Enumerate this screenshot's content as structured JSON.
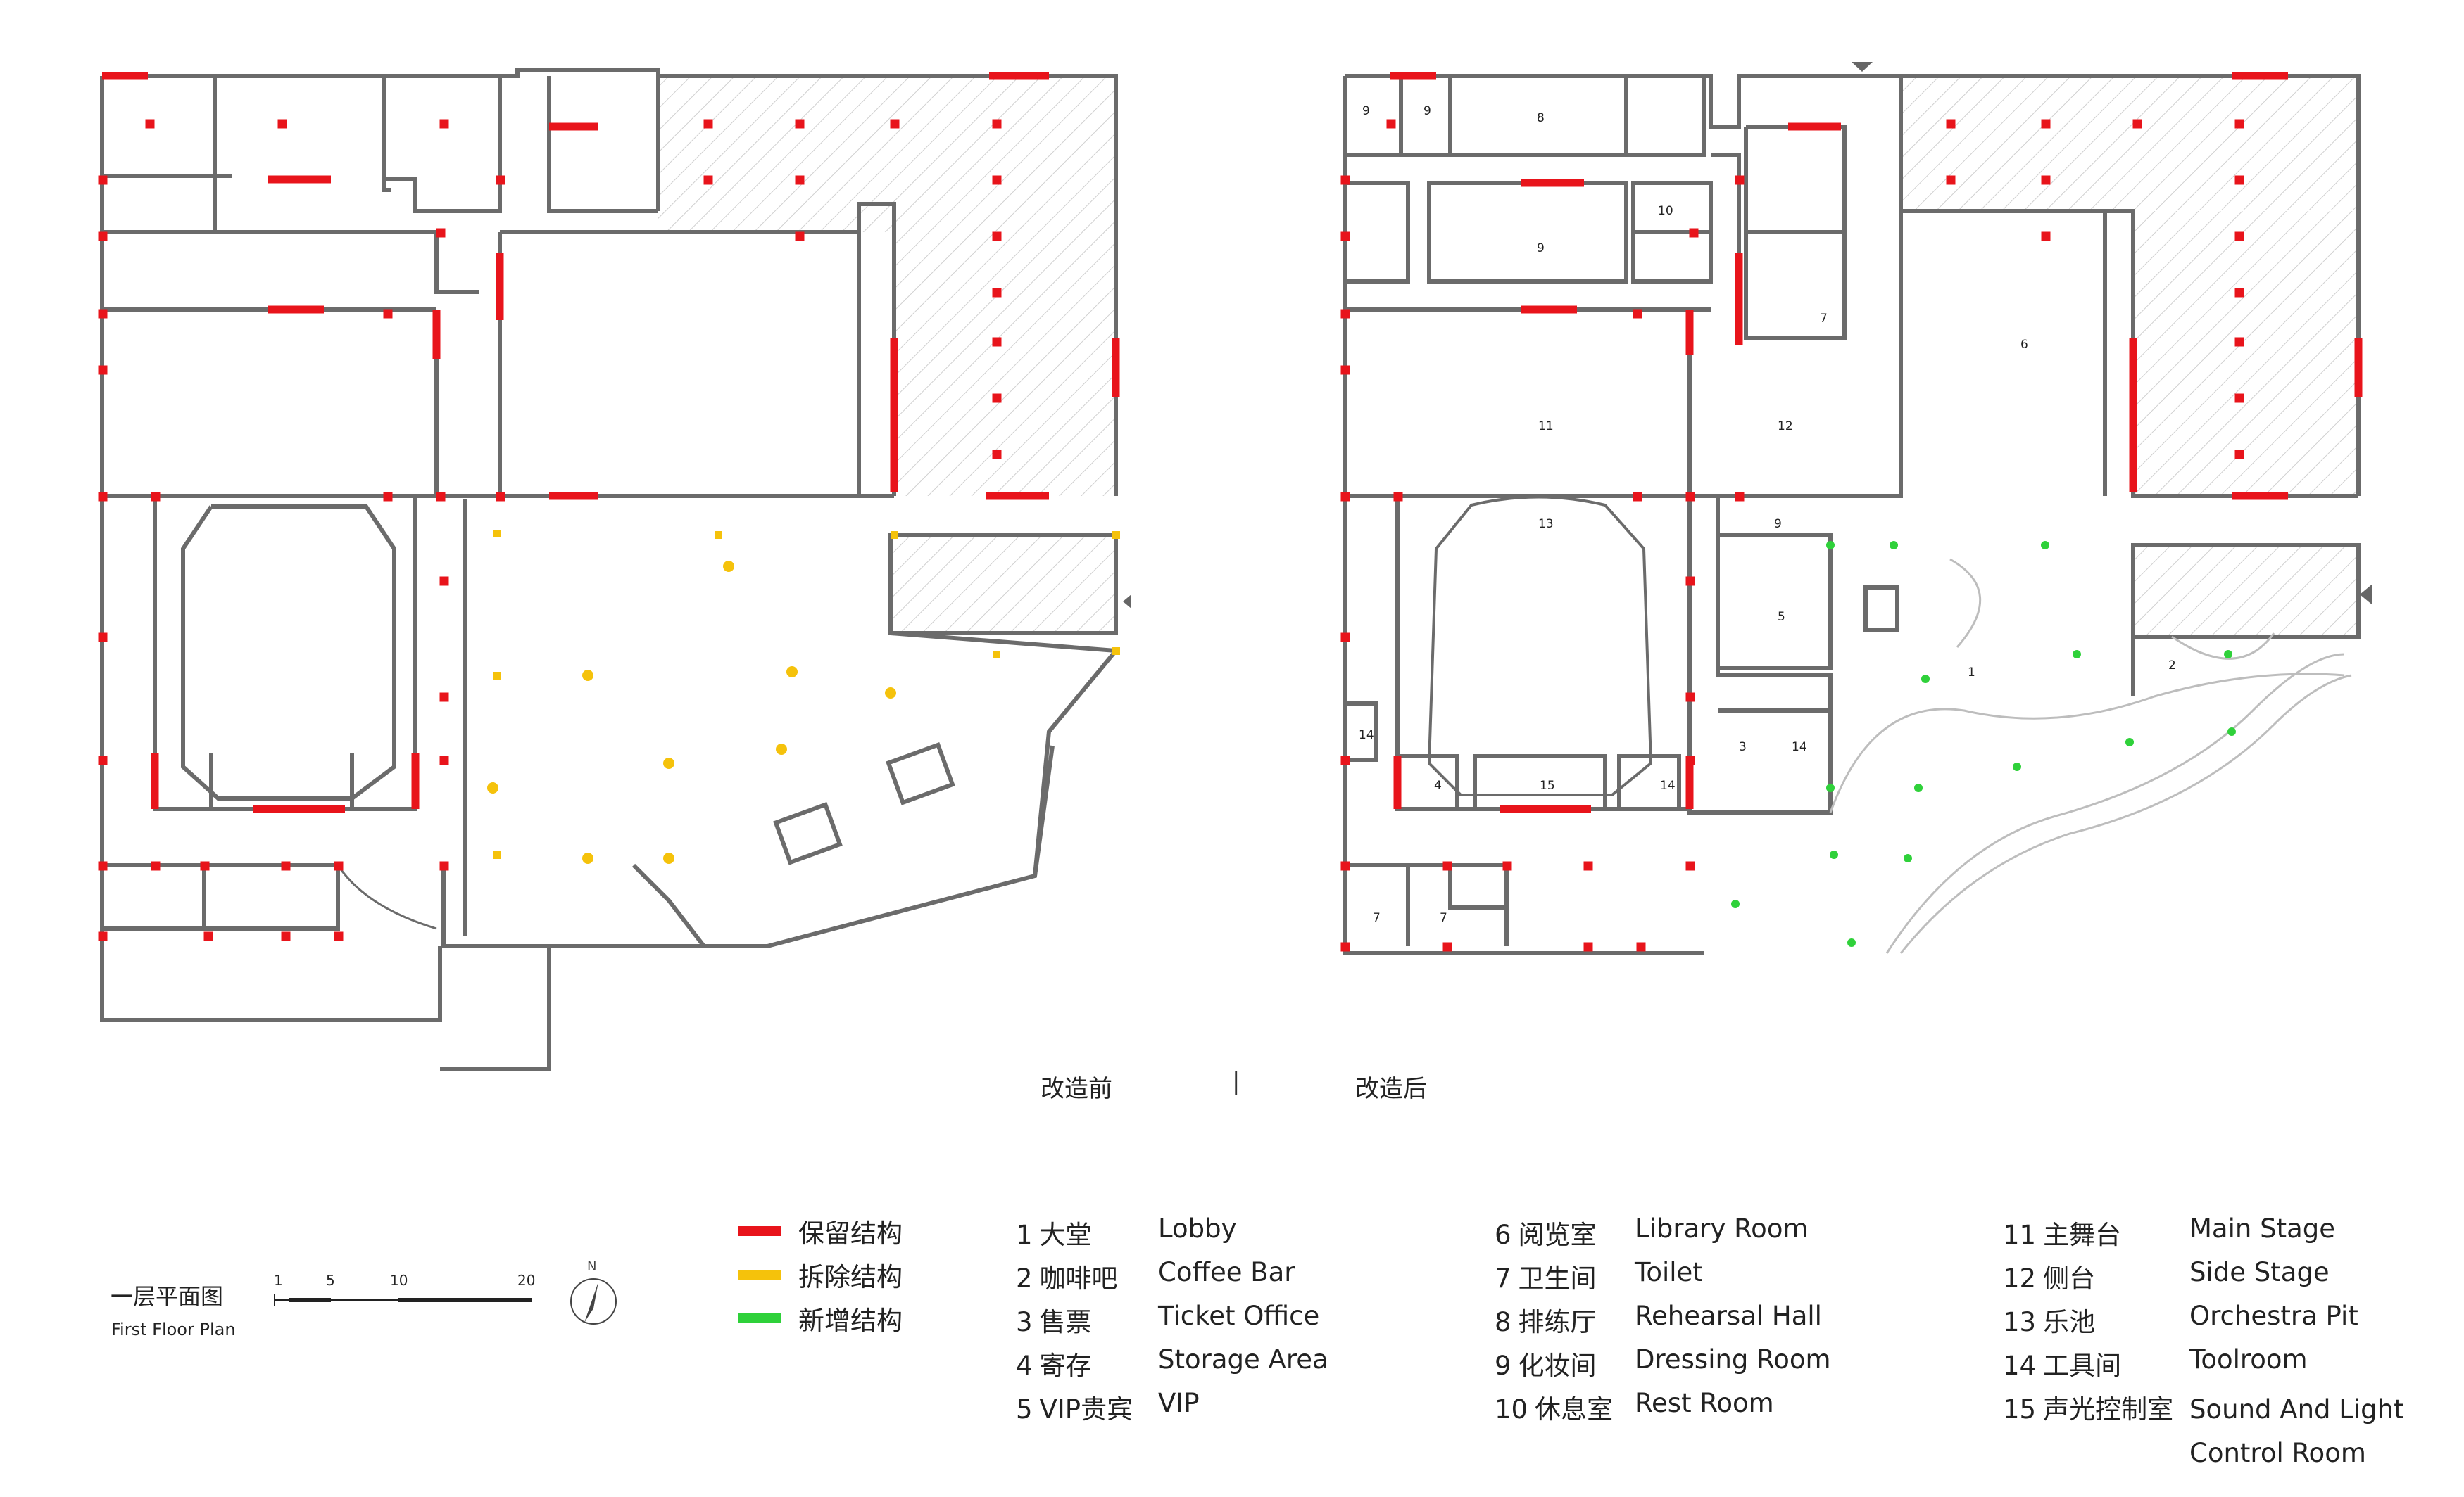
{
  "captions": {
    "before": "改造前",
    "separator": "|",
    "after": "改造后"
  },
  "plan_title": {
    "cn": "一层平面图",
    "en": "First Floor Plan"
  },
  "scale_bar": {
    "ticks": [
      "1",
      "5",
      "10",
      "20"
    ]
  },
  "north_arrow": {
    "label": "N"
  },
  "structure_legend": [
    {
      "label": "保留结构",
      "color": "#e8141b"
    },
    {
      "label": "拆除结构",
      "color": "#f5c20b"
    },
    {
      "label": "新增结构",
      "color": "#2fd13a"
    }
  ],
  "rooms": [
    {
      "num": "1",
      "cn": "大堂",
      "en": "Lobby"
    },
    {
      "num": "2",
      "cn": "咖啡吧",
      "en": "Coffee Bar"
    },
    {
      "num": "3",
      "cn": "售票",
      "en": "Ticket Office"
    },
    {
      "num": "4",
      "cn": "寄存",
      "en": "Storage Area"
    },
    {
      "num": "5",
      "cn": "VIP贵宾",
      "en": "VIP"
    },
    {
      "num": "6",
      "cn": "阅览室",
      "en": "Library Room"
    },
    {
      "num": "7",
      "cn": "卫生间",
      "en": "Toilet"
    },
    {
      "num": "8",
      "cn": "排练厅",
      "en": "Rehearsal Hall"
    },
    {
      "num": "9",
      "cn": "化妆间",
      "en": "Dressing Room"
    },
    {
      "num": "10",
      "cn": "休息室",
      "en": "Rest Room"
    },
    {
      "num": "11",
      "cn": "主舞台",
      "en": "Main Stage"
    },
    {
      "num": "12",
      "cn": "侧台",
      "en": "Side Stage"
    },
    {
      "num": "13",
      "cn": "乐池",
      "en": "Orchestra Pit"
    },
    {
      "num": "14",
      "cn": "工具间",
      "en": "Toolroom"
    },
    {
      "num": "15",
      "cn": "声光控制室",
      "en": "Sound And Light Control Room"
    }
  ],
  "plan_labels": {
    "before": [],
    "after": [
      "9",
      "9",
      "8",
      "9",
      "10",
      "7",
      "6",
      "11",
      "12",
      "13",
      "9",
      "5",
      "1",
      "2",
      "14",
      "4",
      "3",
      "14",
      "15",
      "14",
      "7",
      "7"
    ]
  },
  "colors": {
    "wall": "#6b6b6b",
    "retained": "#e8141b",
    "demolished": "#f5c20b",
    "added": "#2fd13a",
    "hatch": "#c8c8c8",
    "curve": "#bdbdbd"
  }
}
